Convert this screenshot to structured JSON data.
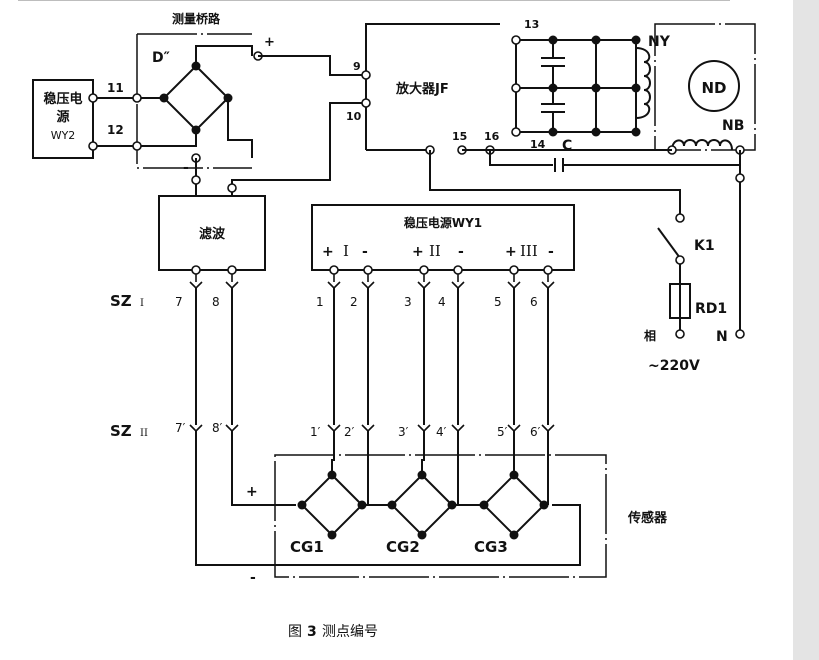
{
  "labels": {
    "bridge_title": "测量桥路",
    "bridge_name": "D″",
    "plus": "+",
    "minus": "-",
    "psu_left_line1": "稳压电",
    "psu_left_line2": "源",
    "psu_left_line3": "WY2",
    "t11": "11",
    "t12": "12",
    "t9": "9",
    "t10": "10",
    "amp": "放大器JF",
    "t13": "13",
    "t14": "14",
    "t15": "15",
    "t16": "16",
    "cap": "C",
    "ny": "NY",
    "nb": "NB",
    "nd": "ND",
    "filter": "滤波",
    "wy1": "稳压电源WY1",
    "g1_plus": "+",
    "g1_roman": "I",
    "g1_minus": "-",
    "g2_plus": "+",
    "g2_roman": "II",
    "g2_minus": "-",
    "g3_plus": "+",
    "g3_roman": "III",
    "g3_minus": "-",
    "k1": "K1",
    "rd1": "RD1",
    "phase": "相",
    "neutral": "N",
    "voltage": "~220V",
    "sz1": "SZ",
    "sz1_sub": "I",
    "sz2": "SZ",
    "sz2_sub": "II",
    "n1": "1",
    "n2": "2",
    "n3": "3",
    "n4": "4",
    "n5": "5",
    "n6": "6",
    "n7": "7",
    "n8": "8",
    "p1": "1′",
    "p2": "2′",
    "p3": "3′",
    "p4": "4′",
    "p5": "5′",
    "p6": "6′",
    "p7": "7′",
    "p8": "8′",
    "sensor": "传感器",
    "cg1": "CG1",
    "cg2": "CG2",
    "cg3": "CG3",
    "sensor_plus": "+",
    "sensor_minus": "-",
    "caption_pre": "图",
    "caption_num": "3",
    "caption_text": "测点编号"
  }
}
